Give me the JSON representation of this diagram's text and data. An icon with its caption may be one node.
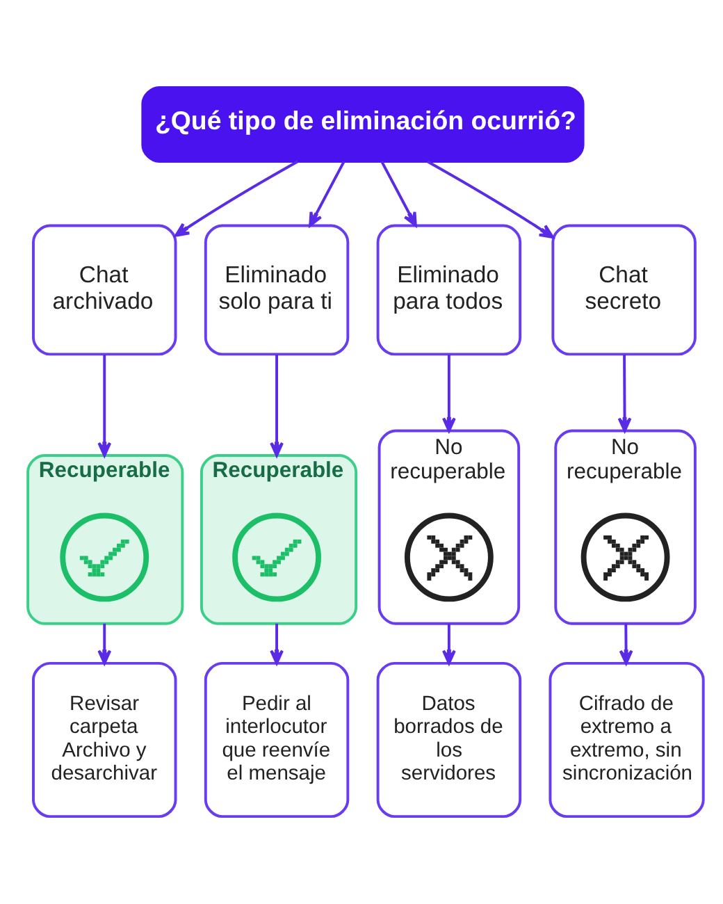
{
  "diagram": {
    "nodes": [
      {
        "text": [
          "¿Qué tipo de eliminación ocurrió?"
        ]
      },
      {
        "text": [
          "Chat archivado"
        ]
      },
      {
        "text": [
          "Eliminado solo para ti"
        ]
      },
      {
        "text": [
          "Eliminado para todos"
        ]
      },
      {
        "text": [
          "Chat secreto"
        ]
      },
      {
        "text": [
          "Recuperable"
        ]
      },
      {
        "text": [],
        "shape": "circle",
        "in": 5
      },
      {
        "text": [
          "Recuperable"
        ]
      },
      {
        "text": [],
        "shape": "circle",
        "in": 7
      },
      {
        "text": [
          "No recuperable"
        ]
      },
      {
        "text": [],
        "shape": "circle",
        "in": 9
      },
      {
        "text": [
          "No recuperable"
        ]
      },
      {
        "text": [],
        "shape": "circle",
        "in": 11
      },
      {
        "text": [
          "Revisar carpeta Archivo y desarchivar"
        ]
      },
      {
        "text": [
          "Pedir al interlocutor que reenvíe el mensaje"
        ]
      },
      {
        "text": [
          "Datos borrados de los servidores"
        ]
      },
      {
        "text": [
          "Cifrado de extremo a extremo, sin sincronización"
        ]
      }
    ],
    "edges": [
      {
        "from": 0,
        "to": 1,
        "arrow": "to"
      },
      {
        "from": 0,
        "to": 2,
        "arrow": "to"
      },
      {
        "from": 0,
        "to": 3,
        "arrow": "to"
      },
      {
        "from": 0,
        "to": 4,
        "arrow": "to"
      },
      {
        "from": 1,
        "to": 5,
        "arrow": "to"
      },
      {
        "from": 2,
        "to": 7,
        "arrow": "to"
      },
      {
        "from": 3,
        "to": 9,
        "arrow": "to"
      },
      {
        "from": 4,
        "to": 11,
        "arrow": "to"
      },
      {
        "from": 5,
        "to": 13,
        "arrow": "to"
      },
      {
        "from": 7,
        "to": 14,
        "arrow": "to"
      },
      {
        "from": 9,
        "to": 15,
        "arrow": "to"
      },
      {
        "from": 11,
        "to": 16,
        "arrow": "to"
      }
    ]
  }
}
